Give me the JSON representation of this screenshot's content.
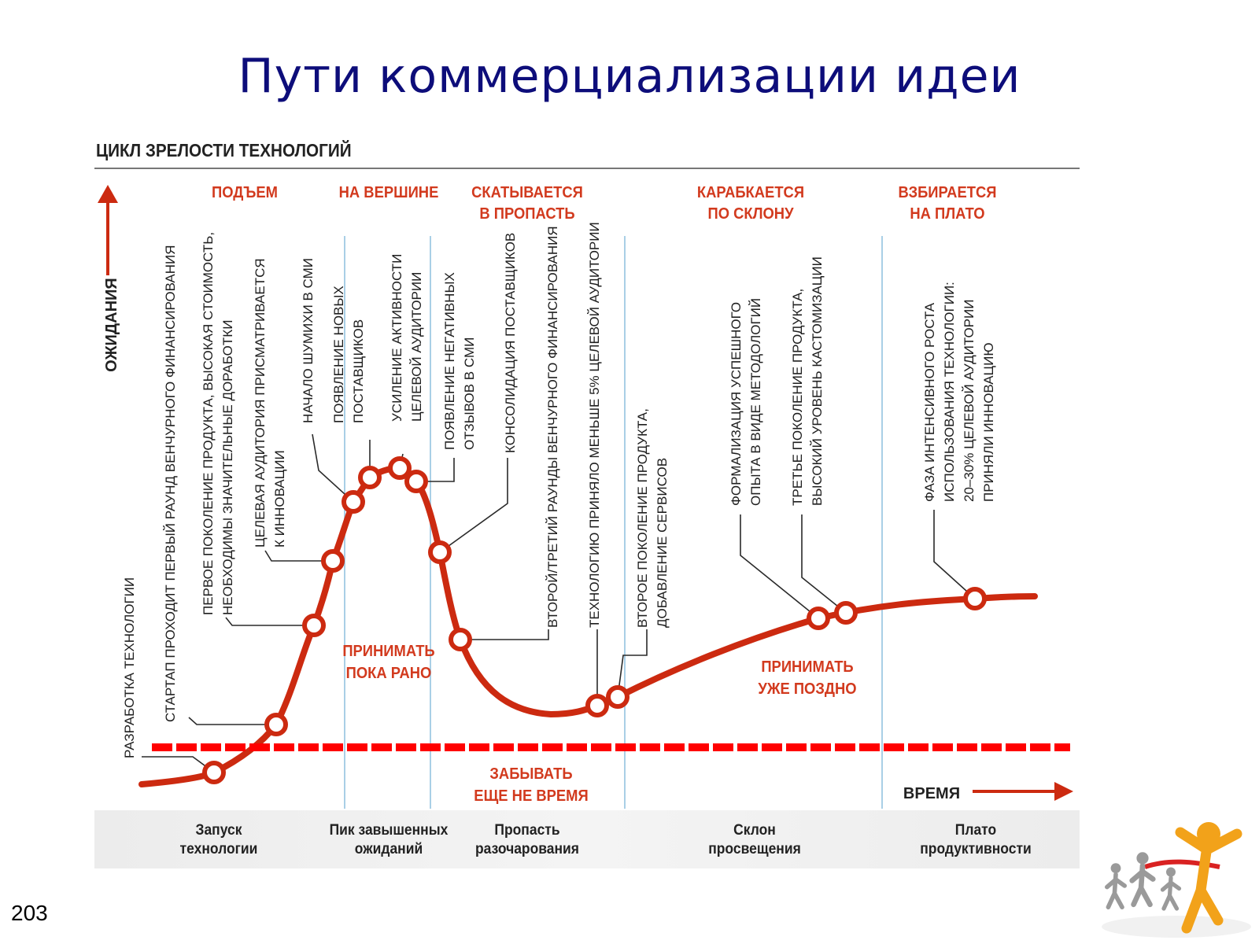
{
  "slide": {
    "title": "Пути коммерциализации идеи",
    "page_number": "203"
  },
  "diagram": {
    "title": "ЦИКЛ ЗРЕЛОСТИ ТЕХНОЛОГИЙ",
    "y_axis_label": "ОЖИДАНИЯ",
    "x_axis_label": "ВРЕМЯ",
    "phase_headers": [
      [
        "ПОДЪЕМ"
      ],
      [
        "НА ВЕРШИНЕ"
      ],
      [
        "СКАТЫВАЕТСЯ",
        "В ПРОПАСТЬ"
      ],
      [
        "КАРАБКАЕТСЯ",
        "ПО СКЛОНУ"
      ],
      [
        "ВЗБИРАЕТСЯ",
        "НА ПЛАТО"
      ]
    ],
    "annotations": [
      [
        "РАЗРАБОТКА ТЕХНОЛОГИИ"
      ],
      [
        "СТАРТАП ПРОХОДИТ ПЕРВЫЙ РАУНД ВЕНЧУРНОГО ФИНАНСИРОВАНИЯ"
      ],
      [
        "ПЕРВОЕ ПОКОЛЕНИЕ ПРОДУКТА, ВЫСОКАЯ СТОИМОСТЬ,",
        "НЕОБХОДИМЫ ЗНАЧИТЕЛЬНЫЕ ДОРАБОТКИ"
      ],
      [
        "ЦЕЛЕВАЯ АУДИТОРИЯ ПРИСМАТРИВАЕТСЯ",
        "К ИННОВАЦИИ"
      ],
      [
        "НАЧАЛО ШУМИХИ В СМИ"
      ],
      [
        "ПОЯВЛЕНИЕ НОВЫХ",
        "ПОСТАВЩИКОВ"
      ],
      [
        "УСИЛЕНИЕ АКТИВНОСТИ",
        "ЦЕЛЕВОЙ АУДИТОРИИ"
      ],
      [
        "ПОЯВЛЕНИЕ НЕГАТИВНЫХ",
        "ОТЗЫВОВ В СМИ"
      ],
      [
        "КОНСОЛИДАЦИЯ ПОСТАВЩИКОВ"
      ],
      [
        "ВТОРОЙ/ТРЕТИЙ РАУНДЫ ВЕНЧУРНОГО ФИНАНСИРОВАНИЯ"
      ],
      [
        "ТЕХНОЛОГИЮ ПРИНЯЛО МЕНЬШЕ 5% ЦЕЛЕВОЙ АУДИТОРИИ"
      ],
      [
        "ВТОРОЕ ПОКОЛЕНИЕ ПРОДУКТА,",
        "ДОБАВЛЕНИЕ СЕРВИСОВ"
      ],
      [
        "ФОРМАЛИЗАЦИЯ УСПЕШНОГО",
        "ОПЫТА В ВИДЕ МЕТОДОЛОГИЙ"
      ],
      [
        "ТРЕТЬЕ ПОКОЛЕНИЕ ПРОДУКТА,",
        "ВЫСОКИЙ УРОВЕНЬ КАСТОМИЗАЦИИ"
      ],
      [
        "ФАЗА ИНТЕНСИВНОГО РОСТА",
        "ИСПОЛЬЗОВАНИЯ ТЕХНОЛОГИИ:",
        "20–30% ЦЕЛЕВОЙ АУДИТОРИИ",
        "ПРИНЯЛИ ИННОВАЦИЮ"
      ]
    ],
    "zone_labels": [
      [
        "ПРИНИМАТЬ",
        "ПОКА РАНО"
      ],
      [
        "ПРИНИМАТЬ",
        "УЖЕ ПОЗДНО"
      ],
      [
        "ЗАБЫВАТЬ",
        "ЕЩЕ НЕ ВРЕМЯ"
      ]
    ],
    "stages": [
      [
        "Запуск",
        "технологии"
      ],
      [
        "Пик завышенных",
        "ожиданий"
      ],
      [
        "Пропасть",
        "разочарования"
      ],
      [
        "Склон",
        "просвещения"
      ],
      [
        "Плато",
        "продуктивности"
      ]
    ],
    "colors": {
      "curve": "#cc2a10",
      "header_text": "#d23a1e",
      "zone_text": "#d23a1e",
      "threshold_line": "#ff0000",
      "divider": "#a9cfe6",
      "title": "#0d0d7a"
    },
    "decoration_icon": "running-people-icon"
  }
}
